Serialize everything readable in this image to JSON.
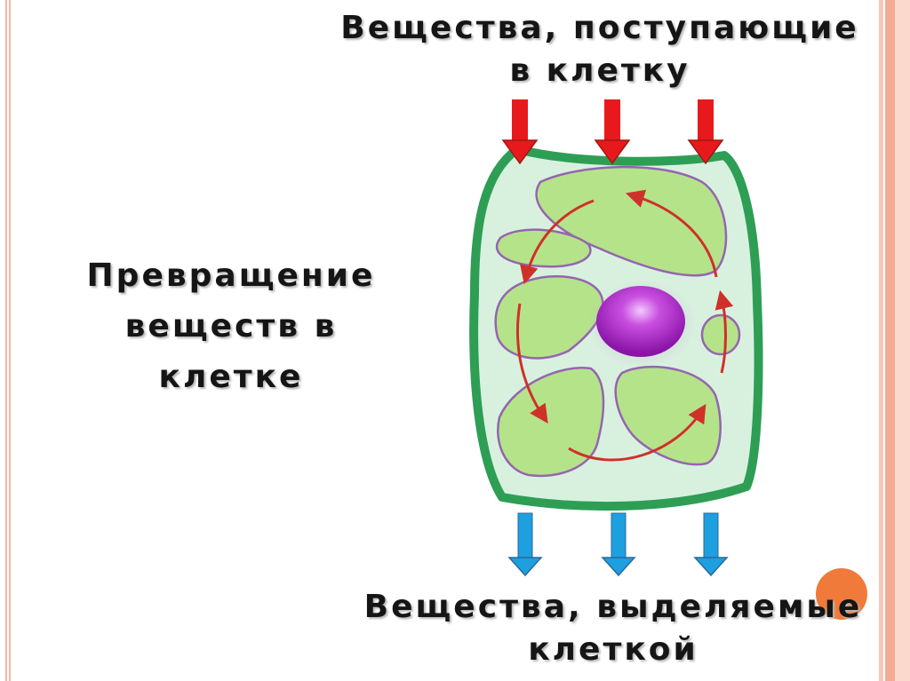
{
  "slide": {
    "labels": {
      "incoming_line1": "Вещества, поступающие",
      "incoming_line2": "в клетку",
      "transform_line1": "Превращение",
      "transform_line2": "веществ в",
      "transform_line3": "клетке",
      "outgoing_line1": "Вещества, выделяемые",
      "outgoing_line2": "клеткой"
    },
    "colors": {
      "cell_wall": "#2e9e55",
      "cytoplasm": "#d8f1df",
      "organelle_fill": "#b5e38a",
      "organelle_outline": "#9565b0",
      "nucleus": "#a21fc0",
      "flow_arrows": "#d0302a",
      "inflow_arrows": "#e8191c",
      "outflow_arrows": "#1e9fe0",
      "slide_border": "#f2b9a3",
      "accent_dot": "#f07a3a"
    }
  }
}
